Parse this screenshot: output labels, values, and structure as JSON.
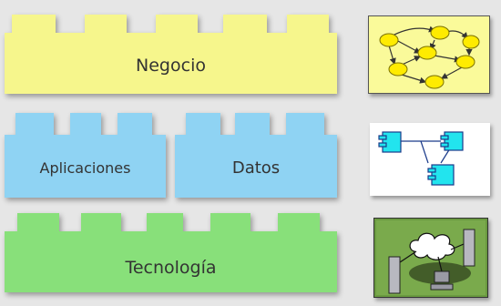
{
  "layers": {
    "business": {
      "label": "Negocio",
      "color": "#f6f68c"
    },
    "applications": {
      "label": "Aplicaciones",
      "color": "#8fd3f3"
    },
    "data": {
      "label": "Datos",
      "color": "#8fd3f3"
    },
    "technology": {
      "label": "Tecnología",
      "color": "#88e07a"
    }
  },
  "icons": {
    "business": "process-graph-icon",
    "applications": "component-diagram-icon",
    "technology": "network-infrastructure-icon"
  }
}
